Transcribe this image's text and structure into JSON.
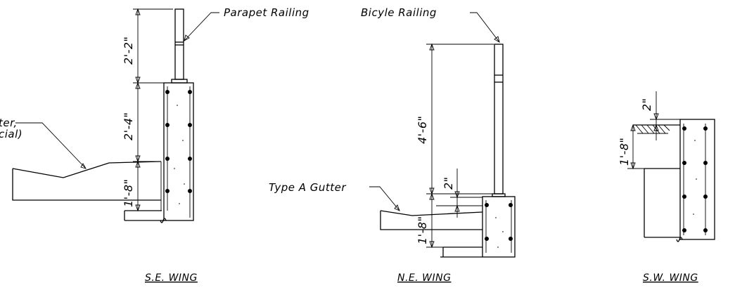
{
  "labels": {
    "parapet_railing": "Parapet Railing",
    "bicycle_railing": "Bicyle Railing",
    "type_a_gutter": "Type A Gutter",
    "cut_off_label_line1": "ter,",
    "cut_off_label_line2": "cial)"
  },
  "dimensions": {
    "se_top": "2'-2\"",
    "se_mid": "2'-4\"",
    "se_bottom": "1'-8\"",
    "ne_rail": "4'-6\"",
    "ne_gap": "2\"",
    "ne_bottom": "1'-8\"",
    "sw_gap": "2\"",
    "sw_height": "1'-8\""
  },
  "views": {
    "se_title": "S.E. WING",
    "ne_title": "N.E. WING",
    "sw_title": "S.W. WING"
  }
}
